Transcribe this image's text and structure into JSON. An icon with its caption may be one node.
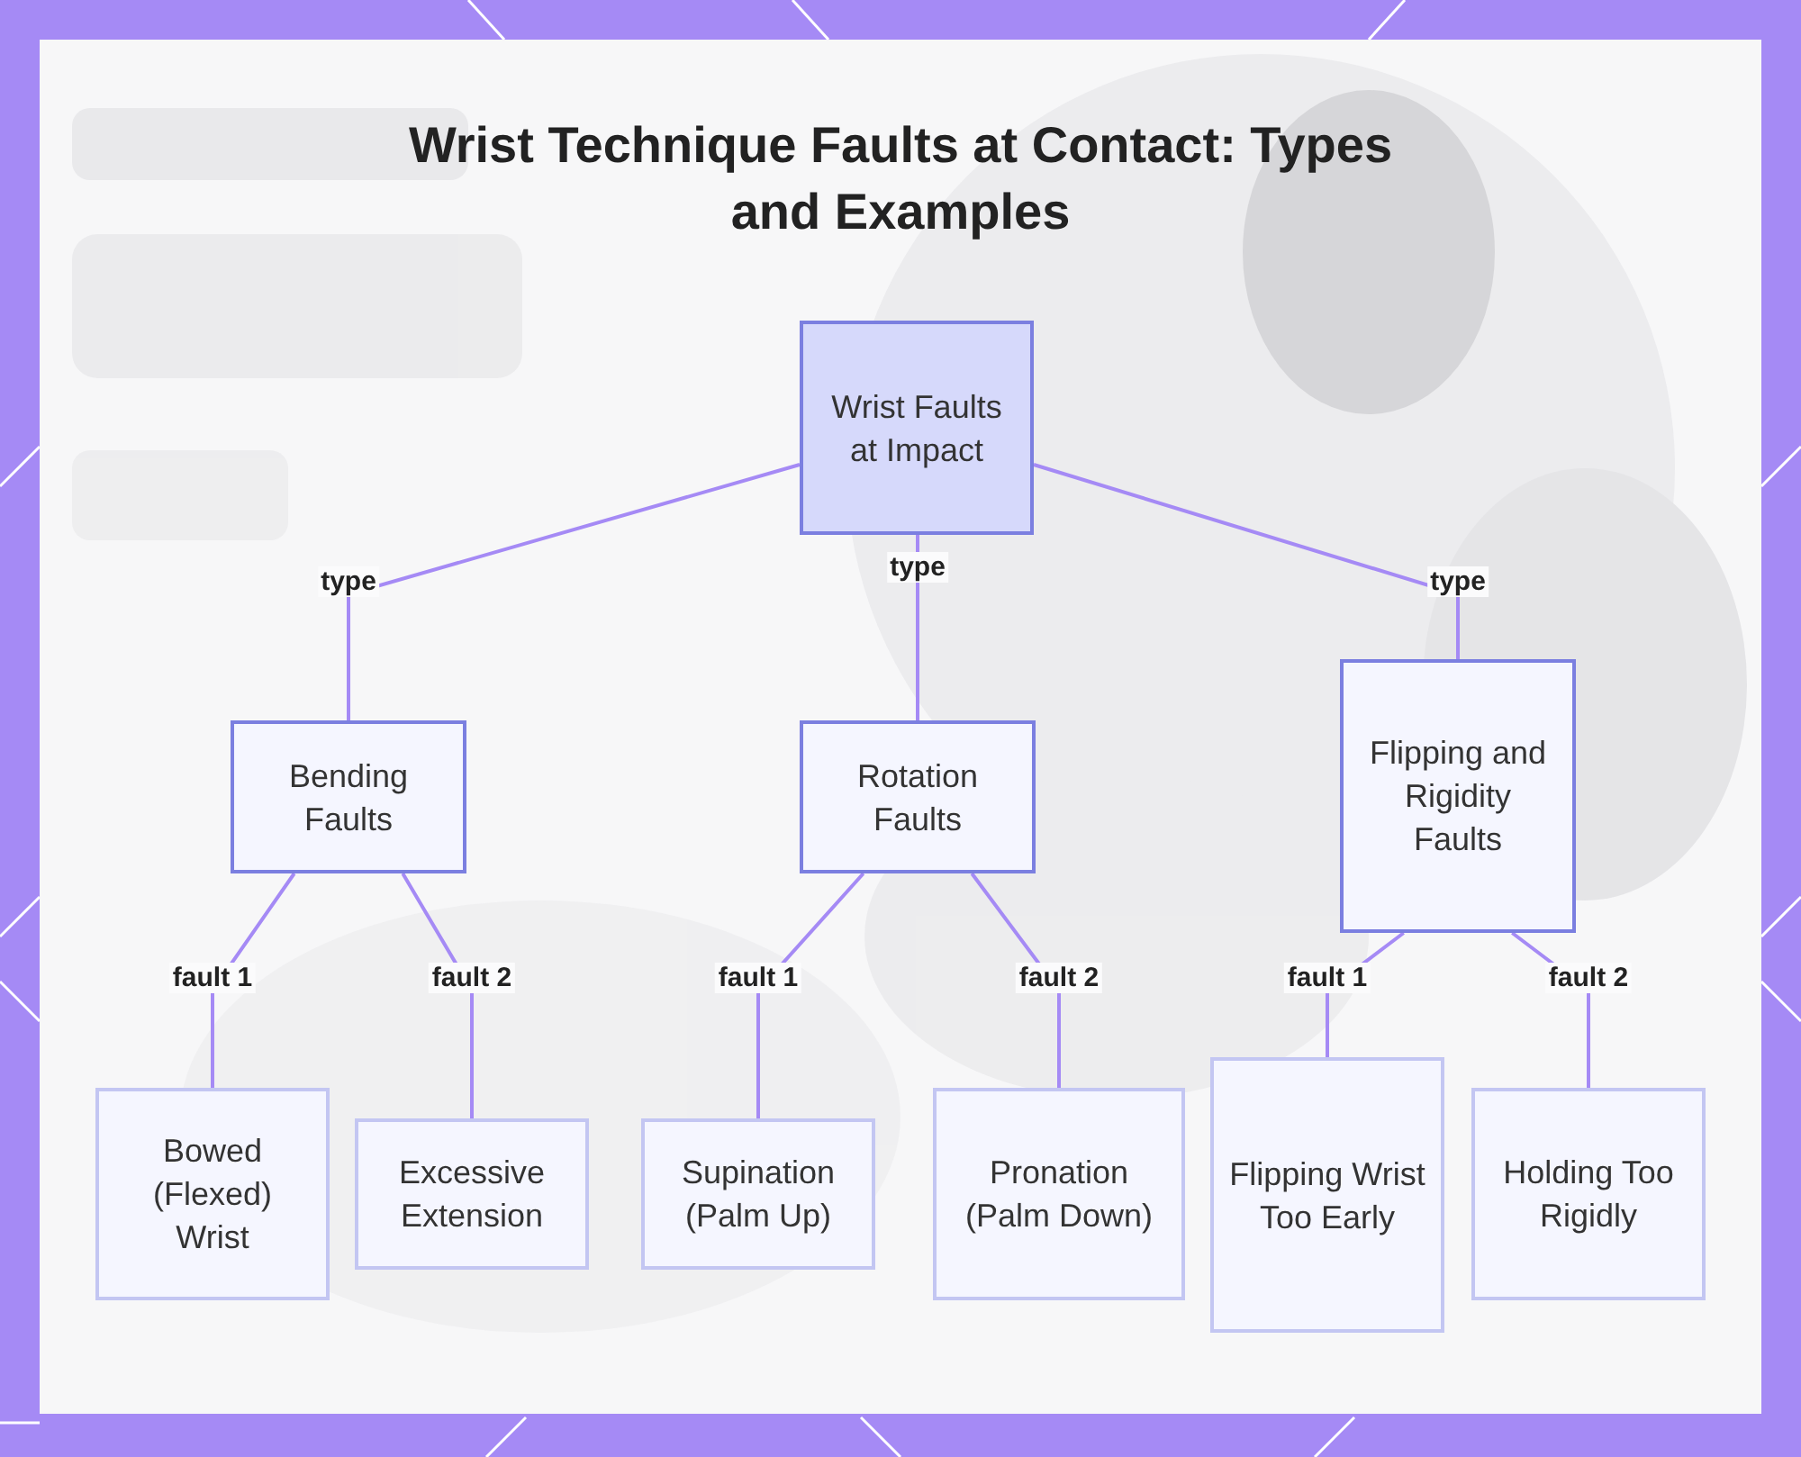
{
  "diagram": {
    "title": "Wrist Technique Faults at Contact: Types and Examples",
    "nodes": [
      {
        "text": [
          "Wrist Faults at Impact"
        ]
      },
      {
        "text": [
          "Bending Faults"
        ]
      },
      {
        "text": [
          "Rotation Faults"
        ]
      },
      {
        "text": [
          "Flipping and Rigidity Faults"
        ]
      },
      {
        "text": [
          "Bowed (Flexed) Wrist"
        ]
      },
      {
        "text": [
          "Excessive Extension"
        ]
      },
      {
        "text": [
          "Supination (Palm Up)"
        ]
      },
      {
        "text": [
          "Pronation (Palm Down)"
        ]
      },
      {
        "text": [
          "Flipping Wrist Too Early"
        ]
      },
      {
        "text": [
          "Holding Too Rigidly"
        ]
      }
    ],
    "edges": [
      {
        "from": 0,
        "to": 1,
        "arrow": "none",
        "label": "type"
      },
      {
        "from": 0,
        "to": 2,
        "arrow": "none",
        "label": "type"
      },
      {
        "from": 0,
        "to": 3,
        "arrow": "none",
        "label": "type"
      },
      {
        "from": 1,
        "to": 4,
        "arrow": "none",
        "label": "fault 1"
      },
      {
        "from": 1,
        "to": 5,
        "arrow": "none",
        "label": "fault 2"
      },
      {
        "from": 2,
        "to": 6,
        "arrow": "none",
        "label": "fault 1"
      },
      {
        "from": 2,
        "to": 7,
        "arrow": "none",
        "label": "fault 2"
      },
      {
        "from": 3,
        "to": 8,
        "arrow": "none",
        "label": "fault 1"
      },
      {
        "from": 3,
        "to": 9,
        "arrow": "none",
        "label": "fault 2"
      }
    ]
  }
}
